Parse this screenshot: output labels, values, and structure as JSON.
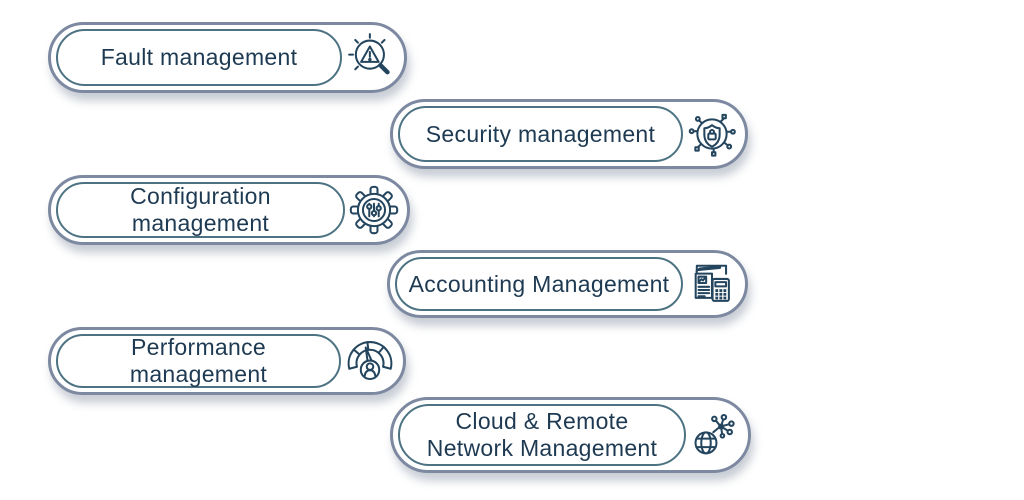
{
  "diagram": {
    "description": "Six pill-shaped capability cards for network management (FCAPS), staggered left/right",
    "background": "#ffffff"
  },
  "colors": {
    "outer_border": "#7d89a1",
    "inner_border": "#4d7383",
    "text": "#1e3a52",
    "icon_stroke": "#24455e",
    "shadow": "rgba(125,135,155,0.42)"
  },
  "cards": [
    {
      "label": "Fault management",
      "line1": "Fault management",
      "line2": "",
      "icon": "magnifier-warning-icon"
    },
    {
      "label": "Security management",
      "line1": "Security management",
      "line2": "",
      "icon": "shield-lock-circuit-icon"
    },
    {
      "label": "Configuration management",
      "line1": "Configuration",
      "line2": "management",
      "icon": "gear-sliders-icon"
    },
    {
      "label": "Accounting Management",
      "line1": "Accounting Management",
      "line2": "",
      "icon": "calculator-document-pen-icon"
    },
    {
      "label": "Performance management",
      "line1": "Performance",
      "line2": "management",
      "icon": "gauge-person-icon"
    },
    {
      "label": "Cloud & Remote Network Management",
      "line1": "Cloud & Remote",
      "line2": "Network Management",
      "icon": "globe-network-hub-icon"
    }
  ]
}
